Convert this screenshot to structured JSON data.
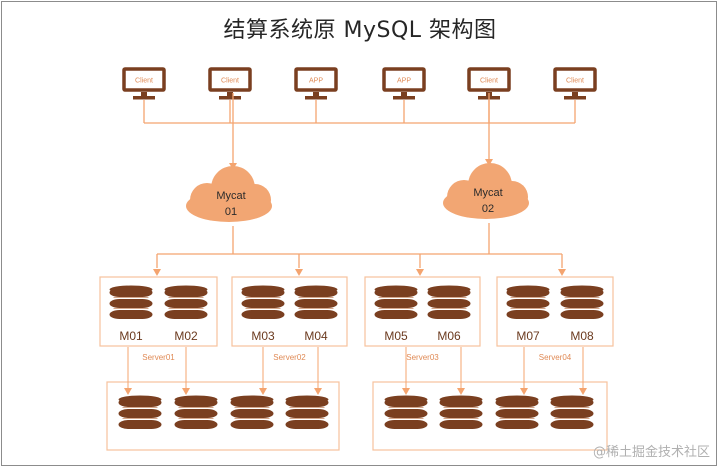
{
  "title": "结算系统原 MySQL 架构图",
  "clients": [
    "Client",
    "Client",
    "APP",
    "APP",
    "Client",
    "Client"
  ],
  "mycats": [
    {
      "line1": "Mycat",
      "line2": "01"
    },
    {
      "line1": "Mycat",
      "line2": "02"
    }
  ],
  "servers": [
    {
      "name": "Server01",
      "dbs": [
        "M01",
        "M02"
      ]
    },
    {
      "name": "Server02",
      "dbs": [
        "M03",
        "M04"
      ]
    },
    {
      "name": "Server03",
      "dbs": [
        "M05",
        "M06"
      ]
    },
    {
      "name": "Server04",
      "dbs": [
        "M07",
        "M08"
      ]
    }
  ],
  "watermark": "@稀土掘金技术社区",
  "colors": {
    "brown": "#7a3f20",
    "orange": "#f4a46f",
    "cloud": "#f2a673",
    "box_border": "#f6c29c"
  }
}
